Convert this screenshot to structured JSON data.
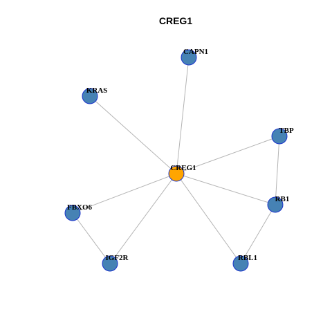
{
  "title": "CREG1",
  "colors": {
    "center_node": "#FFA500",
    "other_node": "#4682B4",
    "node_stroke": "#1a33cc",
    "edge": "#b3b3b3"
  },
  "nodes": [
    {
      "id": "CREG1",
      "label": "CREG1",
      "center": true
    },
    {
      "id": "CAPN1",
      "label": "CAPN1",
      "center": false
    },
    {
      "id": "KRAS",
      "label": "KRAS",
      "center": false
    },
    {
      "id": "TBP",
      "label": "TBP",
      "center": false
    },
    {
      "id": "FBXO6",
      "label": "FBXO6",
      "center": false
    },
    {
      "id": "RB1",
      "label": "RB1",
      "center": false
    },
    {
      "id": "IGF2R",
      "label": "IGF2R",
      "center": false
    },
    {
      "id": "RBL1",
      "label": "RBL1",
      "center": false
    }
  ],
  "edges": [
    [
      "CREG1",
      "CAPN1"
    ],
    [
      "CREG1",
      "KRAS"
    ],
    [
      "CREG1",
      "TBP"
    ],
    [
      "CREG1",
      "FBXO6"
    ],
    [
      "CREG1",
      "RB1"
    ],
    [
      "CREG1",
      "IGF2R"
    ],
    [
      "CREG1",
      "RBL1"
    ],
    [
      "TBP",
      "RB1"
    ],
    [
      "FBXO6",
      "IGF2R"
    ],
    [
      "RB1",
      "RBL1"
    ]
  ]
}
